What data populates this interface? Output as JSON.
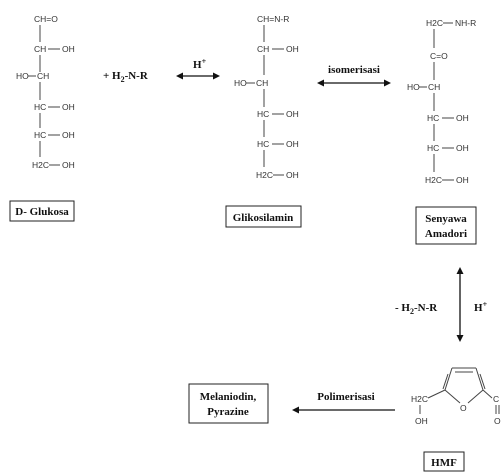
{
  "compounds": {
    "glucose": {
      "name": "D- Glukosa",
      "atoms": [
        "CH=O",
        "CH",
        "OH",
        "HO",
        "CH",
        "HC",
        "OH",
        "HC",
        "OH",
        "H2C",
        "OH"
      ]
    },
    "glycosylamine": {
      "name": "Glikosilamin",
      "atoms": [
        "CH=N-R",
        "CH",
        "OH",
        "HO",
        "CH",
        "HC",
        "OH",
        "HC",
        "OH",
        "H2C",
        "OH"
      ]
    },
    "amadori": {
      "name_line1": "Senyawa",
      "name_line2": "Amadori",
      "atoms": [
        "H2C",
        "NH-R",
        "C=O",
        "HO",
        "CH",
        "HC",
        "OH",
        "HC",
        "OH",
        "H2C",
        "OH"
      ]
    },
    "hmf": {
      "name": "HMF",
      "atoms": [
        "H2C",
        "OH",
        "O",
        "C",
        "O"
      ]
    },
    "products": {
      "line1": "Melaniodin,",
      "line2": "Pyrazine"
    }
  },
  "reactions": {
    "reactant": "+ H2-N-R",
    "step1_catalyst": "H+",
    "step2": "isomerisasi",
    "step3_left": "- H2-N-R",
    "step3_right": "H+",
    "step4": "Polimerisasi"
  }
}
